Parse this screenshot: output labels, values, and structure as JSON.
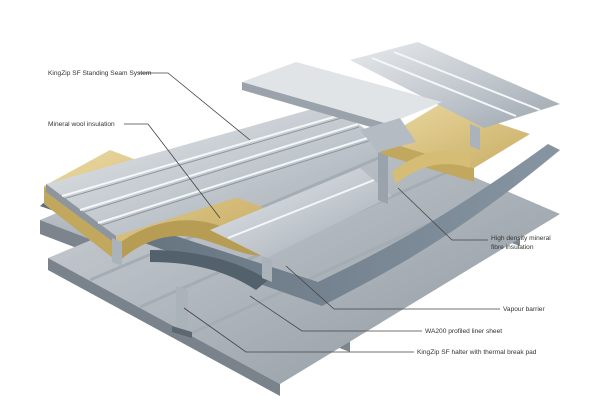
{
  "diagram": {
    "labels": [
      {
        "id": "kingzip",
        "text": "KingZip SF Standing Seam System"
      },
      {
        "id": "mineral-wool",
        "text": "Mineral wool insulation"
      },
      {
        "id": "hd-line1",
        "text": "High density mineral"
      },
      {
        "id": "hd-line2",
        "text": "fibre insulation"
      },
      {
        "id": "vapour",
        "text": "Vapour barrier"
      },
      {
        "id": "liner",
        "text": "WA200 profiled liner sheet"
      },
      {
        "id": "halter",
        "text": "KingZip SF halter with thermal break pad"
      }
    ],
    "colors": {
      "steel_light": "#d6dade",
      "steel_mid": "#b5bcc3",
      "steel_dark": "#7f8a94",
      "purlin": "#9aa2aa",
      "membrane": "#6b7a86",
      "insulation": "#dcc787",
      "insulation_shade": "#c2a85e",
      "leader": "#444444"
    }
  }
}
